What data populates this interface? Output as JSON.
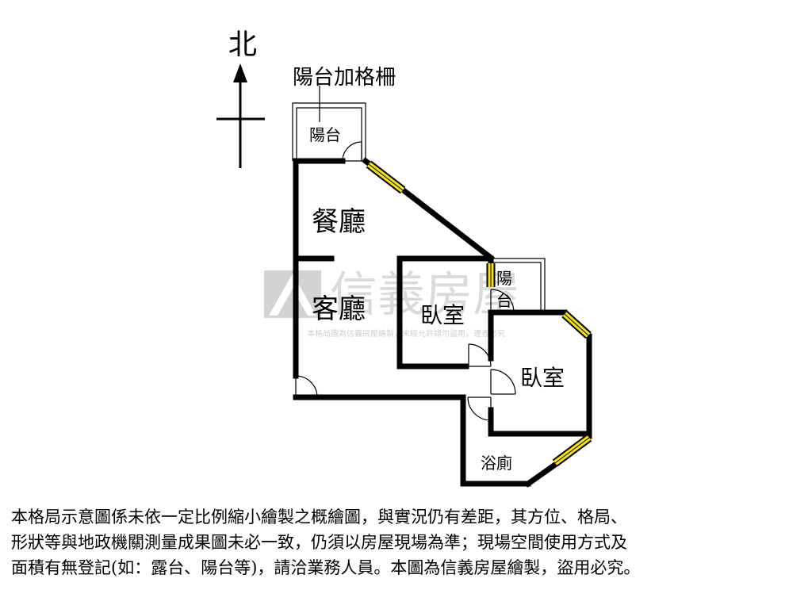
{
  "compass": {
    "north_label": "北"
  },
  "labels": {
    "balcony_railing": "陽台加格柵",
    "balcony_top": "陽台",
    "dining_room": "餐廳",
    "living_room": "客廳",
    "bedroom_1": "臥室",
    "bedroom_2": "臥室",
    "balcony_side": "陽台",
    "bathroom": "浴廁"
  },
  "watermark": {
    "brand": "信義房屋",
    "notice": "本格局圖為信義房屋繪製，未經允許請勿盜用，違者必究"
  },
  "disclaimer": {
    "line1": "本格局示意圖係未依一定比例縮小繪製之概繪圖，與實況仍有差距，其方位、格局、",
    "line2": "形狀等與地政機關測量成果圖未必一致，仍須以房屋現場為準；現場空間使用方式及",
    "line3": "面積有無登記(如：露台、陽台等)，請洽業務人員。本圖為信義房屋繪製，盜用必究。"
  },
  "colors": {
    "wall": "#000000",
    "window": "#f2e01a",
    "watermark": "#b9b9b9"
  }
}
